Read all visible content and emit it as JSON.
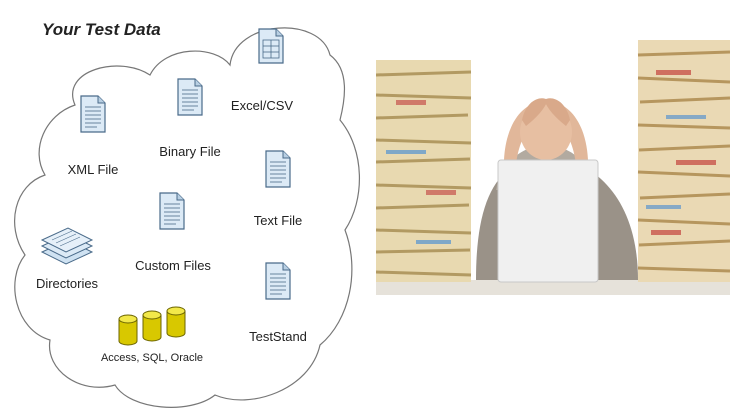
{
  "heading": "Your Test Data",
  "items": [
    {
      "label": "Excel/CSV",
      "icon": "spreadsheet-icon"
    },
    {
      "label": "XML File",
      "icon": "document-icon"
    },
    {
      "label": "Binary File",
      "icon": "document-icon"
    },
    {
      "label": "Text File",
      "icon": "document-icon"
    },
    {
      "label": "Custom Files",
      "icon": "document-icon"
    },
    {
      "label": "Directories",
      "icon": "stacked-documents-icon"
    },
    {
      "label": "TestStand",
      "icon": "document-icon"
    },
    {
      "label": "Access, SQL, Oracle",
      "icon": "database-cylinders-icon"
    }
  ],
  "photo": {
    "subject": "person-overwhelmed-by-paper-stacks"
  },
  "colors": {
    "doc_fill": "#dceaf6",
    "doc_stroke": "#4a6b8a",
    "db_fill": "#e8d800",
    "cloud_stroke": "#777777"
  }
}
